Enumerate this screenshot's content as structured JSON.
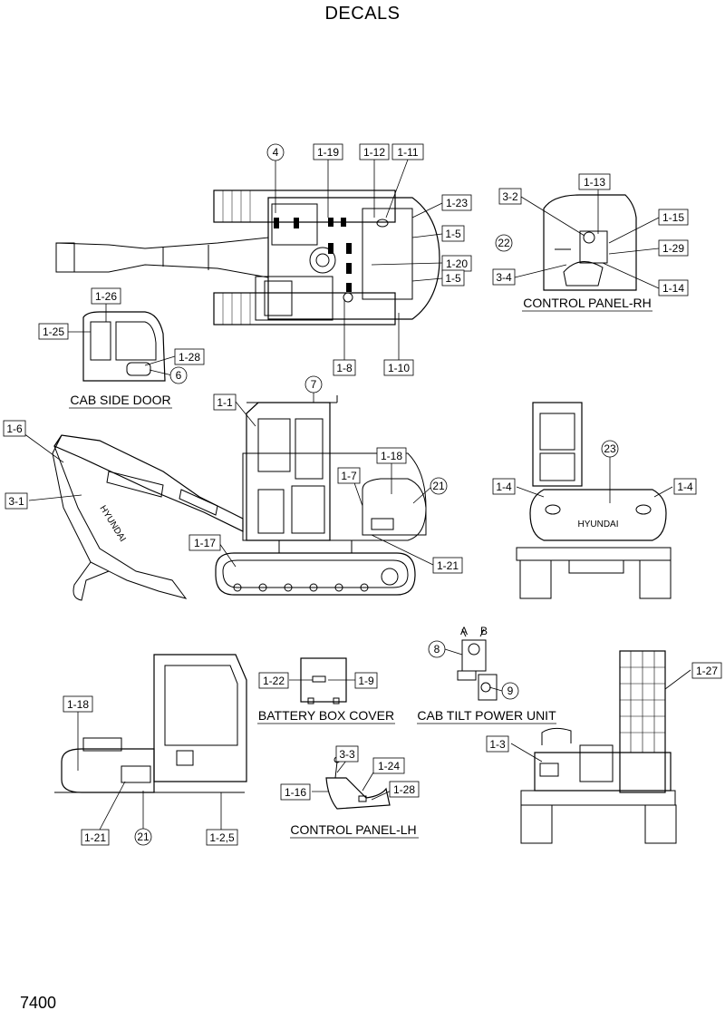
{
  "title": "DECALS",
  "page_number": "7400",
  "captions": {
    "cab_side_door": "CAB SIDE DOOR",
    "control_panel_rh": "CONTROL PANEL-RH",
    "battery_box_cover": "BATTERY BOX COVER",
    "cab_tilt_power_unit": "CAB TILT POWER UNIT",
    "control_panel_lh": "CONTROL PANEL-LH"
  },
  "callouts": {
    "c4": "4",
    "c1_19": "1-19",
    "c1_12": "1-12",
    "c1_11": "1-11",
    "c1_23": "1-23",
    "c1_5a": "1-5",
    "c1_20": "1-20",
    "c1_5b": "1-5",
    "c1_8": "1-8",
    "c1_10": "1-10",
    "c1_13": "1-13",
    "c3_2": "3-2",
    "c1_15": "1-15",
    "c22": "22",
    "c1_29": "1-29",
    "c3_4": "3-4",
    "c1_14": "1-14",
    "c1_26": "1-26",
    "c1_25": "1-25",
    "c1_28a": "1-28",
    "c6": "6",
    "c7": "7",
    "c1_1": "1-1",
    "c1_6": "1-6",
    "c1_18a": "1-18",
    "c1_7": "1-7",
    "c21a": "21",
    "c3_1": "3-1",
    "c1_17": "1-17",
    "c1_21a": "1-21",
    "c23": "23",
    "c1_4a": "1-4",
    "c1_4b": "1-4",
    "c8": "8",
    "cA": "A",
    "cB": "B",
    "c9": "9",
    "c1_27": "1-27",
    "c1_22": "1-22",
    "c1_9": "1-9",
    "c1_18b": "1-18",
    "c1_3": "1-3",
    "c3_3": "3-3",
    "c1_24": "1-24",
    "c1_16": "1-16",
    "c1_28b": "1-28",
    "c1_21b": "1-21",
    "c21b": "21",
    "c1_25b": "1-2,5"
  },
  "branding": {
    "rear_text": "HYUNDAI",
    "boom_text": "HYUNDAI"
  }
}
